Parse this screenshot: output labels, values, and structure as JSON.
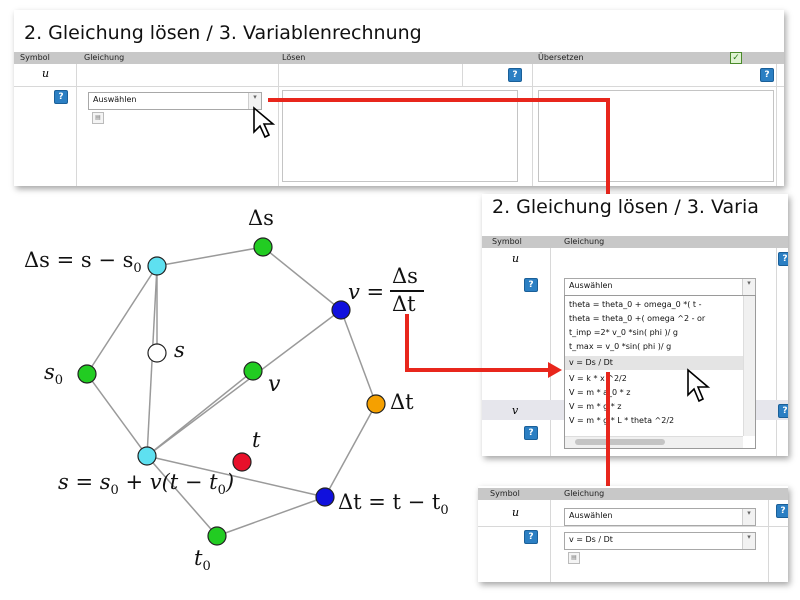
{
  "panel_title": "2. Gleichung lösen / 3. Variablenrechnung",
  "panel_title_cut": "2. Gleichung lösen / 3. Varia",
  "table_headers": {
    "symbol": "Symbol",
    "gleichung": "Gleichung",
    "loesen": "Lösen",
    "uebersetzen": "Übersetzen"
  },
  "symbol_u": "u",
  "symbol_v": "v",
  "help_icon": "?",
  "check_icon": "✓",
  "select_placeholder": "Auswählen",
  "select_arrow": "▾",
  "dropdown_items": [
    "theta = theta_0 + omega_0 *( t - ",
    "theta = theta_0 +( omega ^2 - or",
    "t_imp =2* v_0 *sin( phi )/ g",
    "t_max = v_0 *sin( phi )/ g",
    "v = Ds / Dt",
    "V = k * x ^2/2",
    "V = m * a_0 * z",
    "V = m * g * z",
    "V = m * g * L * theta ^2/2"
  ],
  "selected_item": "v = Ds / Dt",
  "graph": {
    "eq_ds_lhs": "Δs = s − s",
    "eq_ds_sub": "0",
    "label_ds": "Δs",
    "label_v_frac_lhs": "v =",
    "label_v_frac_num": "Δs",
    "label_v_frac_den": "Δt",
    "label_s": "s",
    "label_s0": "s",
    "label_s0_sub": "0",
    "label_v": "v",
    "label_dt": "Δt",
    "label_t": "t",
    "eq_s": "s = s",
    "eq_s_rest": "+ v(t − t",
    "eq_s_end": ")",
    "eq_dt": "Δt = t − t",
    "label_t0": "t",
    "label_t0_sub": "0",
    "sub_zero": "0"
  },
  "colors": {
    "arrow_red": "#e8261c",
    "header_gray": "#c8c8c8",
    "help_blue": "#2b7fc3",
    "node_green": "#22cc22",
    "node_cyan": "#5ee0f0",
    "node_blue": "#1010dd",
    "node_orange": "#f5a000",
    "node_red": "#e8102a",
    "node_white": "#ffffff"
  }
}
